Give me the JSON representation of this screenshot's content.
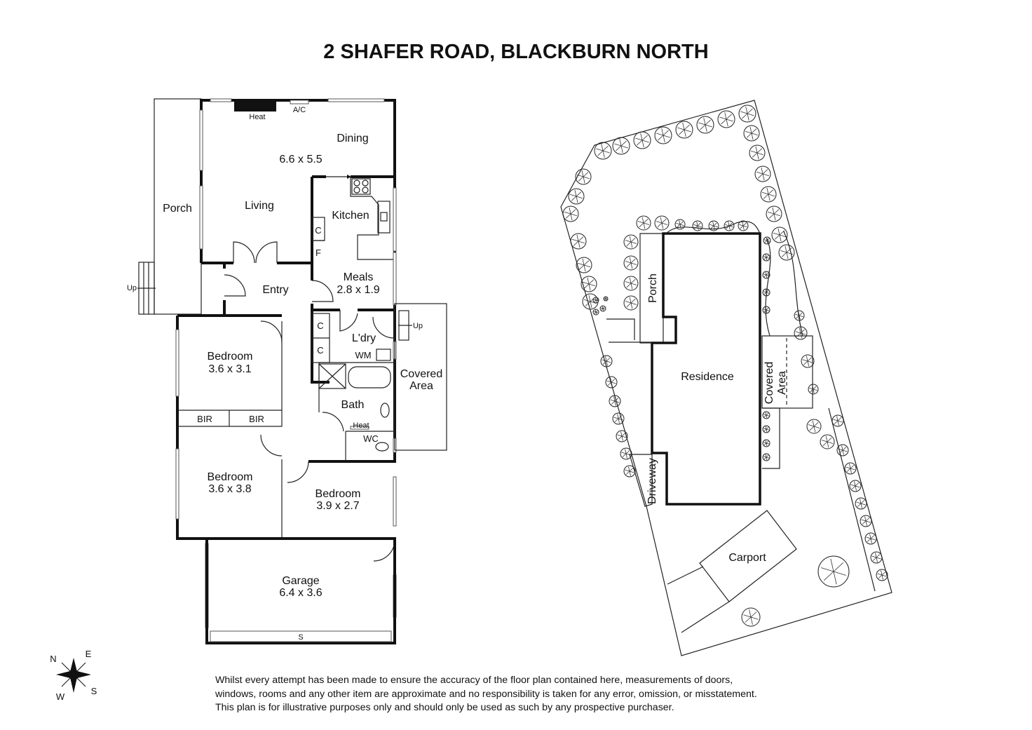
{
  "title": "2 SHAFER ROAD, BLACKBURN NORTH",
  "floor_plan": {
    "rooms": {
      "dining": "Dining",
      "living_size": "6.6 x 5.5",
      "living": "Living",
      "porch": "Porch",
      "kitchen": "Kitchen",
      "meals": "Meals",
      "meals_size": "2.8 x 1.9",
      "entry": "Entry",
      "laundry": "L'dry",
      "wm": "WM",
      "covered_area_1": "Covered",
      "covered_area_2": "Area",
      "bath": "Bath",
      "wc": "WC",
      "bedroom1": "Bedroom",
      "bedroom1_size": "3.6 x 3.1",
      "bir1": "BIR",
      "bir2": "BIR",
      "bedroom2": "Bedroom",
      "bedroom2_size": "3.6 x 3.8",
      "bedroom3": "Bedroom",
      "bedroom3_size": "3.9 x 2.7",
      "garage": "Garage",
      "garage_size": "6.4 x 3.6",
      "cupboard_c1": "C",
      "fridge_f": "F",
      "cupboard_c2": "C",
      "cupboard_c3": "C"
    },
    "fixtures": {
      "heat": "Heat",
      "ac": "A/C",
      "bath_heat": "Heat",
      "up_porch": "Up",
      "up_laundry": "Up",
      "garage_door": "S"
    }
  },
  "site_plan": {
    "porch": "Porch",
    "residence": "Residence",
    "covered_area_1": "Covered",
    "covered_area_2": "Area",
    "driveway": "Driveway",
    "carport": "Carport"
  },
  "compass": {
    "n": "N",
    "e": "E",
    "s": "S",
    "w": "W"
  },
  "disclaimer": [
    "Whilst every attempt has been made to ensure the accuracy of the floor plan contained here, measurements of doors,",
    "windows, rooms and any other item are approximate and no responsibility is taken for any error, omission, or misstatement.",
    "This plan is for illustrative purposes only and should only be used as such by any prospective purchaser."
  ]
}
